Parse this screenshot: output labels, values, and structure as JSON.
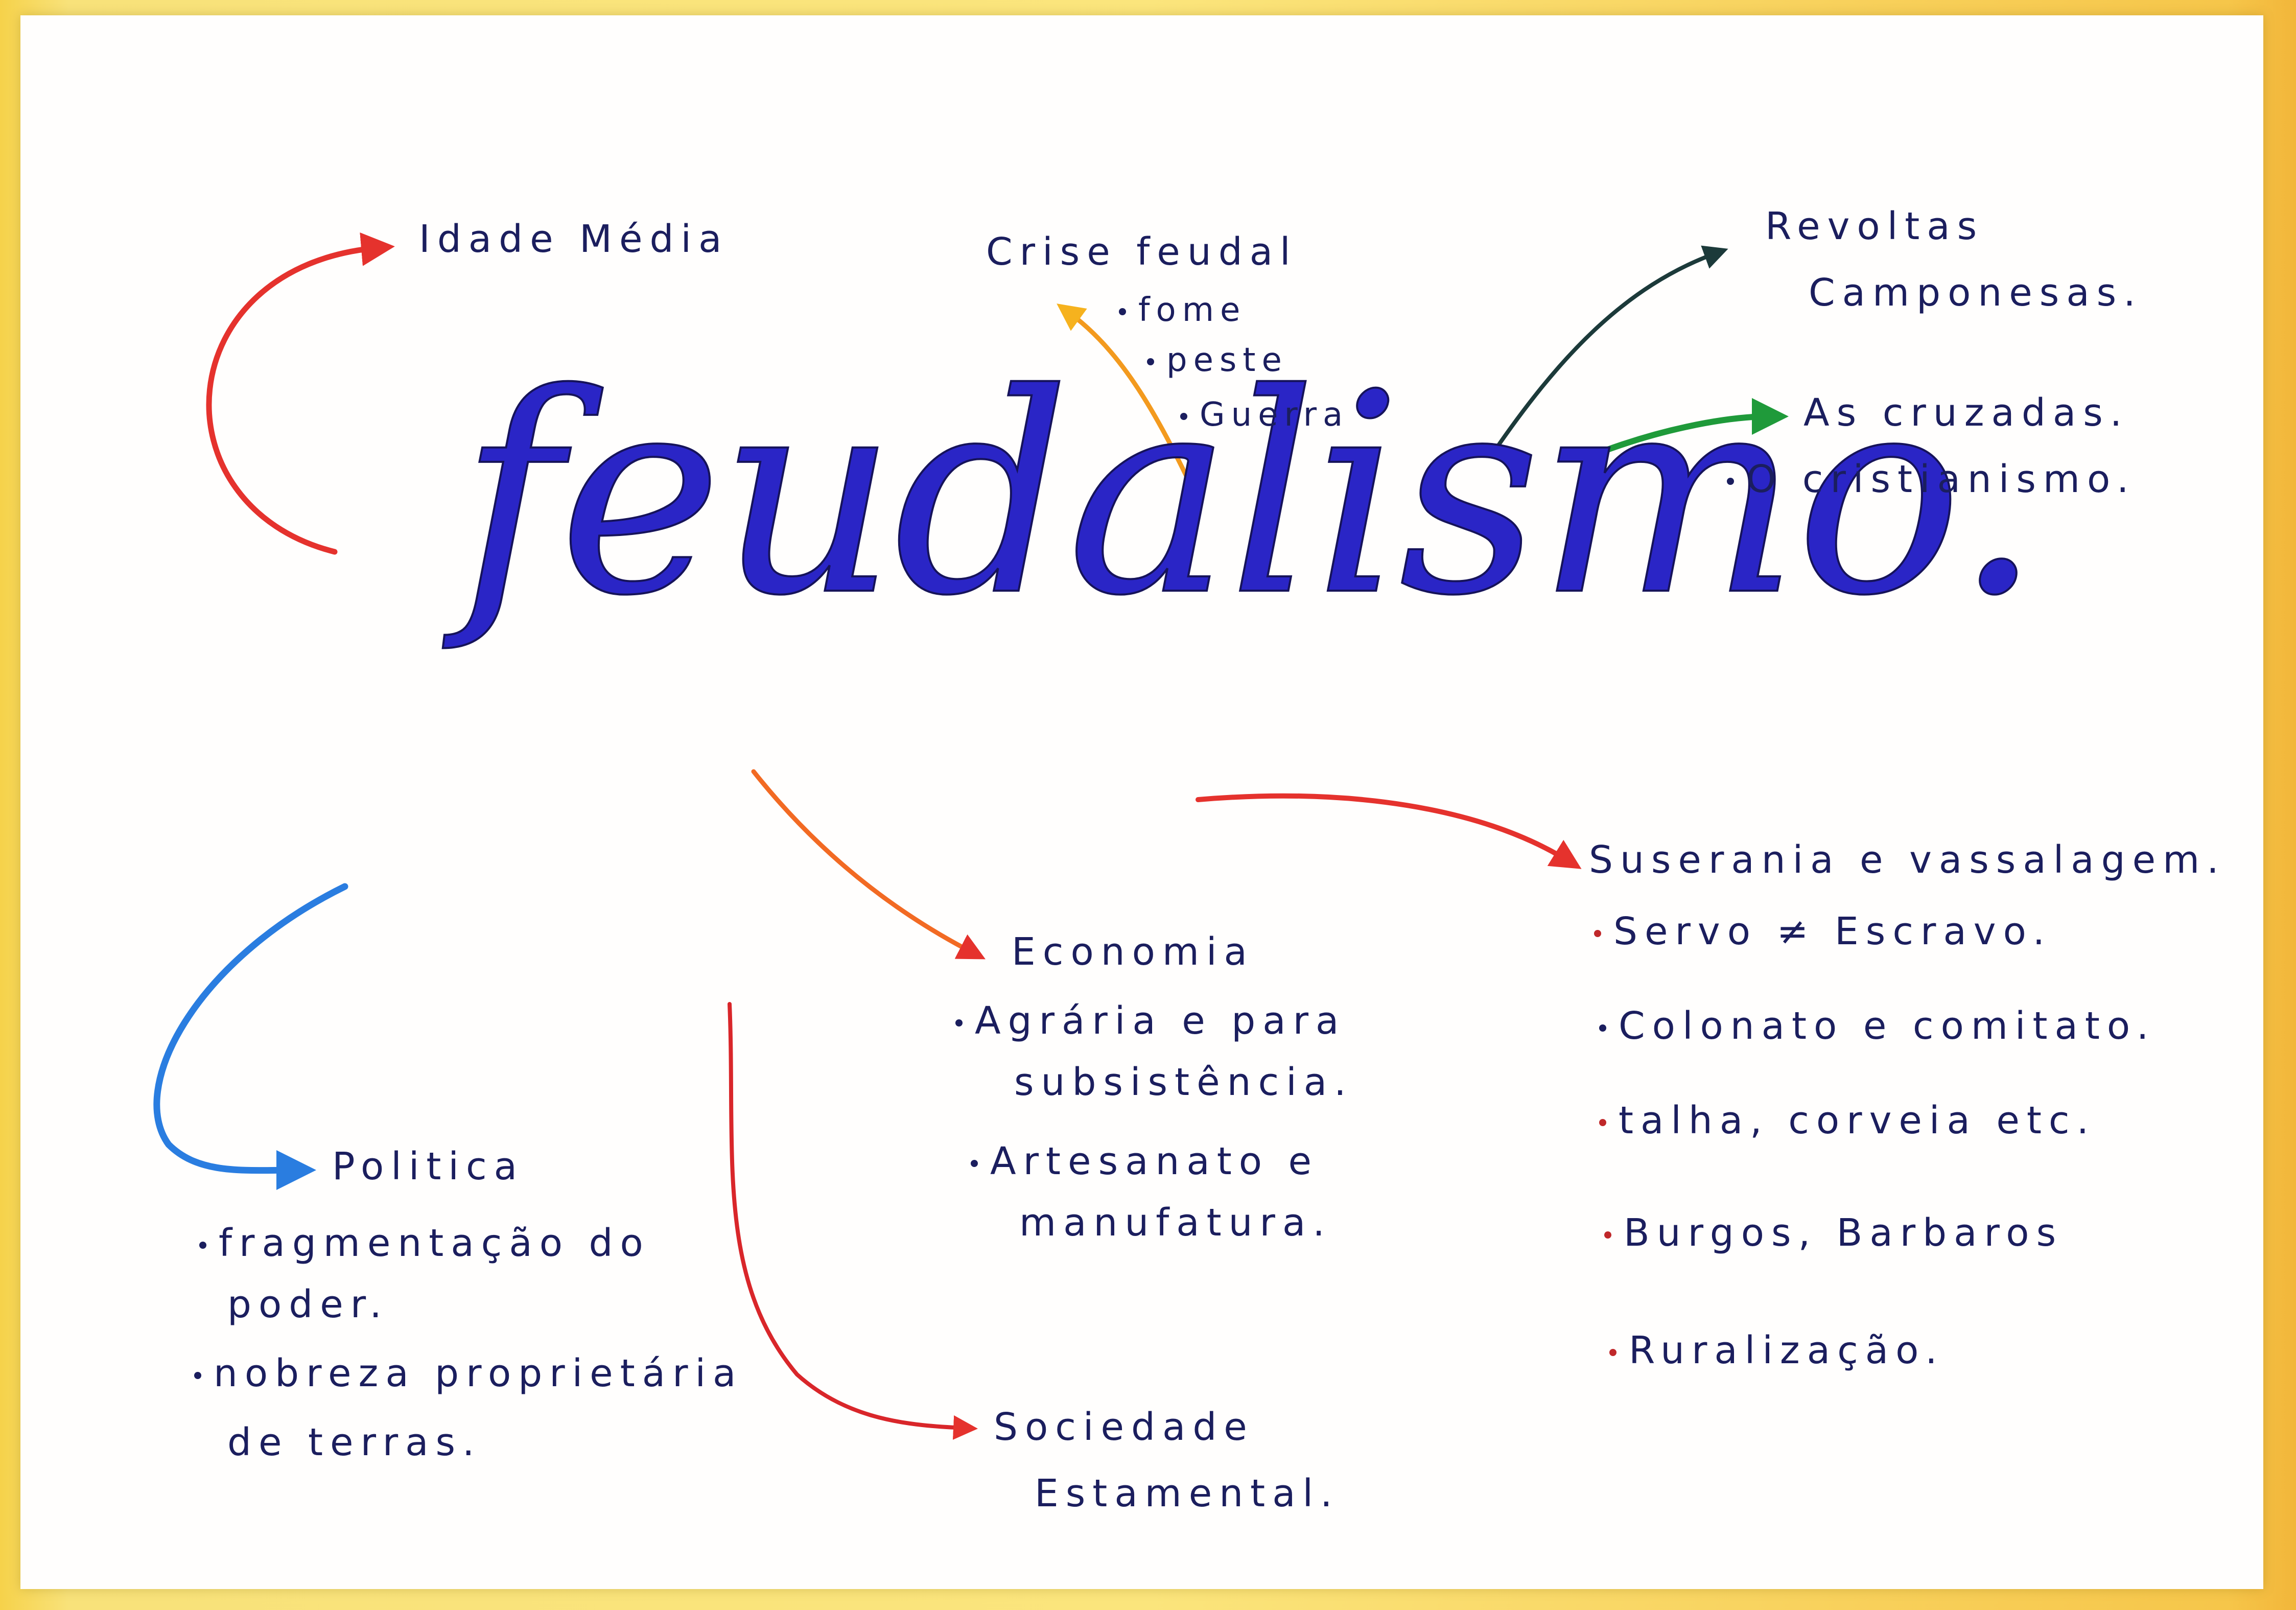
{
  "title": "feudalismo.",
  "colors": {
    "paper": "#fffefd",
    "ink": "#1b1e5e",
    "title": "#2a25c6",
    "red_arrow": "#e5322d",
    "orange_arrow": "#f39a1e",
    "blue_arrow": "#2a7de0",
    "green_arrow": "#1f9a3a",
    "dark_arrow": "#1c3a3a"
  },
  "nodes": {
    "idade_media": {
      "label": "Idade Média"
    },
    "crise_feudal": {
      "label": "Crise feudal",
      "items": [
        "fome",
        "peste",
        "Guerra"
      ]
    },
    "revoltas": {
      "line1": "Revoltas",
      "line2": "Camponesas."
    },
    "cruzadas": {
      "label": "As cruzadas.",
      "item": "O cristianismo."
    },
    "suserania": {
      "label": "Suserania e vassalagem.",
      "items": [
        "Servo ≠ Escravo.",
        "Colonato e comitato.",
        "talha, corveia etc.",
        "Burgos, Barbaros",
        "Ruralização."
      ]
    },
    "economia": {
      "label": "Economia",
      "item1_line1": "Agrária e para",
      "item1_line2": "subsistência.",
      "item2_line1": "Artesanato e",
      "item2_line2": "manufatura."
    },
    "politica": {
      "label": "Politica",
      "item1_line1": "fragmentação do",
      "item1_line2": "poder.",
      "item2_line1": "nobreza proprietária",
      "item2_line2": "de terras."
    },
    "sociedade": {
      "line1": "Sociedade",
      "line2": "Estamental."
    }
  }
}
